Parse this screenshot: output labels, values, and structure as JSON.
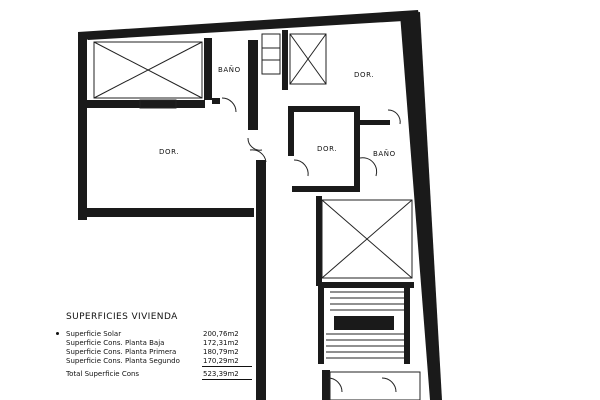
{
  "rooms": {
    "bano_top": "BAÑO",
    "dor_top_right": "DOR.",
    "dor_main": "DOR.",
    "dor_middle": "DOR.",
    "bano_right": "BAÑO"
  },
  "areas_table": {
    "title": "SUPERFICIES VIVIENDA",
    "rows": [
      {
        "label": "Superficie Solar",
        "value": "200,76m2"
      },
      {
        "label": "Superficie Cons. Planta Baja",
        "value": "172,31m2"
      },
      {
        "label": "Superficie Cons. Planta Primera",
        "value": "180,79m2"
      },
      {
        "label": "Superficie Cons. Planta Segundo",
        "value": "170,29m2"
      }
    ],
    "total": {
      "label": "Total Superficie Cons",
      "value": "523,39m2"
    }
  }
}
